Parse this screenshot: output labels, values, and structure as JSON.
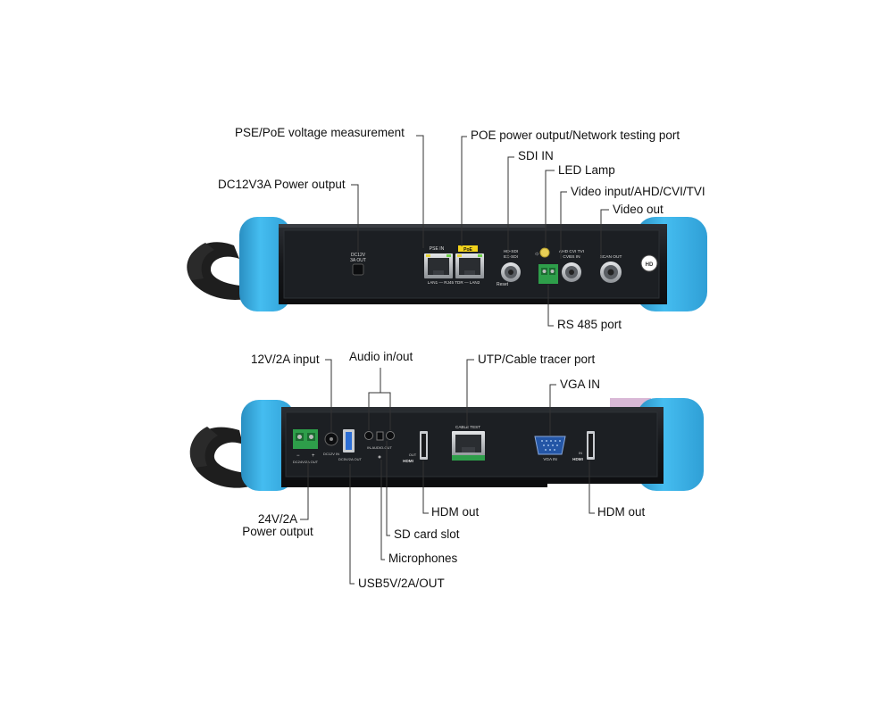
{
  "callouts": {
    "pse_poe": "PSE/PoE voltage measurement",
    "poe_output": "POE power output/Network testing port",
    "sdi_in": "SDI IN",
    "led_lamp": "LED Lamp",
    "dc12v3a": "DC12V3A Power output",
    "video_input": "Video input/AHD/CVI/TVI",
    "video_out": "Video out",
    "rs485": "RS 485 port",
    "input_12v": "12V/2A input",
    "audio": "Audio in/out",
    "utp": "UTP/Cable tracer port",
    "vga_in": "VGA IN",
    "v24_line1": "24V/2A",
    "v24_line2": "Power output",
    "hdm_out_left": "HDM out",
    "hdm_out_right": "HDM out",
    "sd_card": "SD card slot",
    "microphones": "Microphones",
    "usb": "USB5V/2A/OUT"
  },
  "panel_labels": {
    "top": {
      "dc12v": "DC12V",
      "dc12v_sub": "3A OUT",
      "pse_in": "PSE IN",
      "poe": "PoE",
      "lan_line": "LAN1 — RJ45 TDR — LAN2",
      "sdi_a": "HD-SDI",
      "sdi_b": "EX-SDI",
      "reset": "Reset",
      "video_a": "AHD CVI TVI",
      "video_b": "CVBS IN",
      "scan_out": "SCAN OUT",
      "scale_badge": "HD"
    },
    "bottom": {
      "dc_out": "DC24V/2A OUT",
      "dc_in": "DC12V IN",
      "usb": "DC5V/2A OUT",
      "audio": "IN-AUDIO-OUT",
      "hdmi_out": "OUT",
      "hdmi_logo": "HDMI",
      "cable_test": "CABLE TEST",
      "vga_in": "VGA IN",
      "hdmi_in": "IN",
      "hdmi_logo2": "HDMI"
    }
  },
  "colors": {
    "bumper": "#3eb4e8",
    "bumper_dark": "#2a8fc2",
    "body": "#16181b",
    "panel": "#1f2226",
    "strap": "#1e1e1e",
    "terminal_green": "#2e9e4a",
    "vga_blue": "#2456a6",
    "leader": "#333333"
  }
}
